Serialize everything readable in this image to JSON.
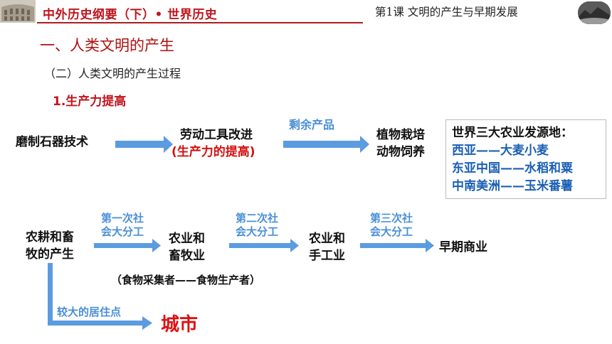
{
  "header": {
    "book_title": "中外历史纲要（下）• 世界历史",
    "lesson_title": "第1课  文明的产生与早期发展"
  },
  "section_heading": "一、人类文明的产生",
  "subsection_heading": "（二）人类文明的产生过程",
  "point_heading": "1.生产力提高",
  "row1": {
    "node1": "磨制石器技术",
    "node2": "劳动工具改进",
    "node2_note": "(生产力的提高)",
    "arrow2_label": "剩余产品",
    "node3_line1": "植物栽培",
    "node3_line2": "动物饲养"
  },
  "info_box": {
    "title": "世界三大农业发源地：",
    "line1": "西亚——大麦小麦",
    "line2": "东亚中国——水稻和粟",
    "line3": "中南美洲——玉米番薯"
  },
  "row2": {
    "node1_line1": "农耕和畜",
    "node1_line2": "牧的产生",
    "arrow1_line1": "第一次社",
    "arrow1_line2": "会大分工",
    "node2_line1": "农业和",
    "node2_line2": "畜牧业",
    "arrow2_line1": "第二次社",
    "arrow2_line2": "会大分工",
    "node3_line1": "农业和",
    "node3_line2": "手工业",
    "arrow3_line1": "第三次社",
    "arrow3_line2": "会大分工",
    "node4": "早期商业",
    "note": "（食物采集者——食物生产者）"
  },
  "branch": {
    "label": "较大的居住点",
    "city": "城市"
  },
  "colors": {
    "accent_red": "#c0141c",
    "arrow_blue": "#4a8fd8",
    "text_blue": "#1a5fb4"
  }
}
